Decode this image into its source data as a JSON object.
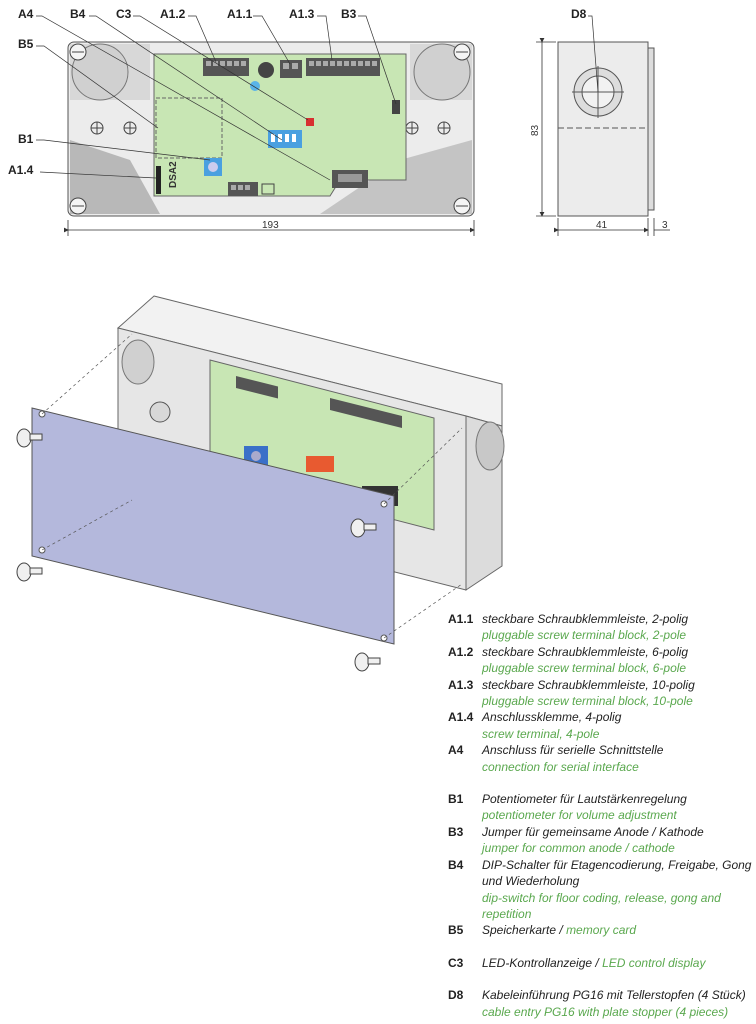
{
  "callouts": {
    "a4": "A4",
    "b4": "B4",
    "c3": "C3",
    "a1_2": "A1.2",
    "a1_1": "A1.1",
    "a1_3": "A1.3",
    "b3": "B3",
    "b5": "B5",
    "b1": "B1",
    "a1_4": "A1.4",
    "d8": "D8"
  },
  "dimensions": {
    "width": "193",
    "height": "83",
    "depth": "41",
    "lid": "3"
  },
  "board_marks": {
    "dsa2": "DSA2"
  },
  "legend": [
    {
      "code": "A1.1",
      "de": "steckbare Schraubklemmleiste, 2-polig",
      "en": "pluggable screw terminal block, 2-pole"
    },
    {
      "code": "A1.2",
      "de": "steckbare Schraubklemmleiste, 6-polig",
      "en": "pluggable screw terminal block, 6-pole"
    },
    {
      "code": "A1.3",
      "de": "steckbare Schraubklemmleiste, 10-polig",
      "en": "pluggable screw terminal block, 10-pole"
    },
    {
      "code": "A1.4",
      "de": "Anschlussklemme, 4-polig",
      "en": "screw terminal, 4-pole"
    },
    {
      "code": "A4",
      "de": "Anschluss für serielle Schnittstelle",
      "en": "connection for serial interface"
    },
    {
      "code": "B1",
      "de": "Potentiometer für Lautstärkenregelung",
      "en": "potentiometer for volume adjustment"
    },
    {
      "code": "B3",
      "de": "Jumper für gemeinsame Anode / Kathode",
      "en": "jumper for common anode / cathode"
    },
    {
      "code": "B4",
      "de": "DIP-Schalter für Etagencodierung, Freigabe, Gong und Wiederholung",
      "en": "dip-switch for floor coding, release, gong and repetition"
    },
    {
      "code": "B5",
      "de": "Speicherkarte",
      "en": "memory card"
    },
    {
      "code": "C3",
      "de": "LED-Kontrollanzeige",
      "en": "LED control display"
    },
    {
      "code": "D8",
      "de": "Kabeleinführung PG16 mit Tellerstopfen (4 Stück)",
      "en": "cable entry PG16 with plate stopper (4 pieces)"
    }
  ],
  "colors": {
    "board": "#c8e6b4",
    "housing": "#e8e8e8",
    "lid": "#b4b8dc",
    "green_text": "#5aa84e",
    "dip": "#4aa0e0",
    "dip_red": "#e85a30"
  }
}
